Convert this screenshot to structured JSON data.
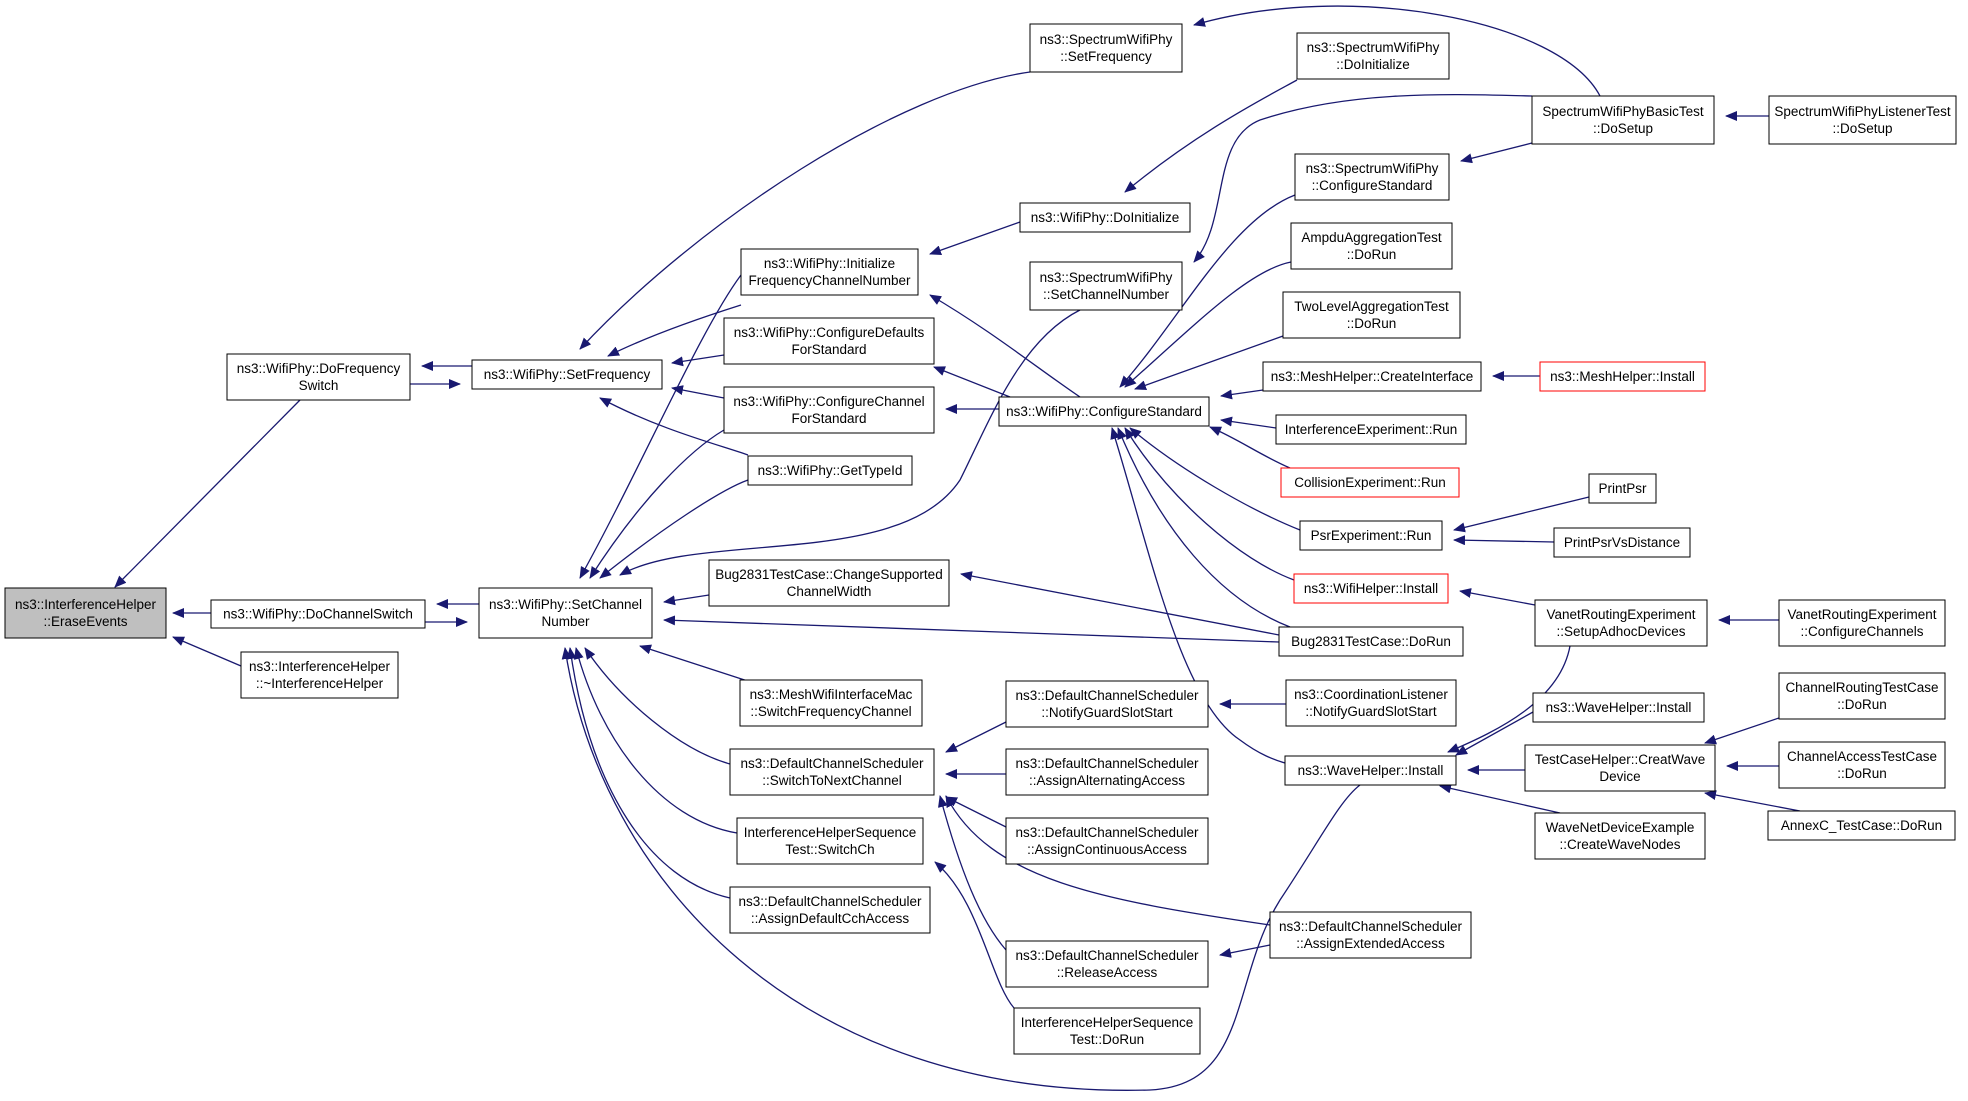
{
  "nodes": [
    {
      "id": "erase",
      "lines": [
        "ns3::InterferenceHelper",
        "::EraseEvents"
      ],
      "style": "root"
    },
    {
      "id": "dofreq",
      "lines": [
        "ns3::WifiPhy::DoFrequency",
        "Switch"
      ]
    },
    {
      "id": "dochan",
      "lines": [
        "ns3::WifiPhy::DoChannelSwitch"
      ]
    },
    {
      "id": "dtor",
      "lines": [
        "ns3::InterferenceHelper",
        "::~InterferenceHelper"
      ]
    },
    {
      "id": "setfreq",
      "lines": [
        "ns3::WifiPhy::SetFrequency"
      ]
    },
    {
      "id": "setchan",
      "lines": [
        "ns3::WifiPhy::SetChannel",
        "Number"
      ]
    },
    {
      "id": "specsetfreq",
      "lines": [
        "ns3::SpectrumWifiPhy",
        "::SetFrequency"
      ]
    },
    {
      "id": "initfreq",
      "lines": [
        "ns3::WifiPhy::Initialize",
        "FrequencyChannelNumber"
      ]
    },
    {
      "id": "cfgdefaults",
      "lines": [
        "ns3::WifiPhy::ConfigureDefaults",
        "ForStandard"
      ]
    },
    {
      "id": "cfgchannel",
      "lines": [
        "ns3::WifiPhy::ConfigureChannel",
        "ForStandard"
      ]
    },
    {
      "id": "gettypeid",
      "lines": [
        "ns3::WifiPhy::GetTypeId"
      ]
    },
    {
      "id": "bugchange",
      "lines": [
        "Bug2831TestCase::ChangeSupported",
        "ChannelWidth"
      ]
    },
    {
      "id": "meshswitch",
      "lines": [
        "ns3::MeshWifiInterfaceMac",
        "::SwitchFrequencyChannel"
      ]
    },
    {
      "id": "dcsswitch",
      "lines": [
        "ns3::DefaultChannelScheduler",
        "::SwitchToNextChannel"
      ]
    },
    {
      "id": "ihsswitch",
      "lines": [
        "InterferenceHelperSequence",
        "Test::SwitchCh"
      ]
    },
    {
      "id": "dcsassigndef",
      "lines": [
        "ns3::DefaultChannelScheduler",
        "::AssignDefaultCchAccess"
      ]
    },
    {
      "id": "specdoinit",
      "lines": [
        "ns3::SpectrumWifiPhy",
        "::DoInitialize"
      ]
    },
    {
      "id": "wifidoinit",
      "lines": [
        "ns3::WifiPhy::DoInitialize"
      ]
    },
    {
      "id": "specsetchan",
      "lines": [
        "ns3::SpectrumWifiPhy",
        "::SetChannelNumber"
      ]
    },
    {
      "id": "cfgstd",
      "lines": [
        "ns3::WifiPhy::ConfigureStandard"
      ]
    },
    {
      "id": "dcsnotify",
      "lines": [
        "ns3::DefaultChannelScheduler",
        "::NotifyGuardSlotStart"
      ]
    },
    {
      "id": "dcsassignalt",
      "lines": [
        "ns3::DefaultChannelScheduler",
        "::AssignAlternatingAccess"
      ]
    },
    {
      "id": "dcsassigncont",
      "lines": [
        "ns3::DefaultChannelScheduler",
        "::AssignContinuousAccess"
      ]
    },
    {
      "id": "dcsrelease",
      "lines": [
        "ns3::DefaultChannelScheduler",
        "::ReleaseAccess"
      ]
    },
    {
      "id": "ihsdorun",
      "lines": [
        "InterferenceHelperSequence",
        "Test::DoRun"
      ]
    },
    {
      "id": "speccfgstd",
      "lines": [
        "ns3::SpectrumWifiPhy",
        "::ConfigureStandard"
      ]
    },
    {
      "id": "ampdu",
      "lines": [
        "AmpduAggregationTest",
        "::DoRun"
      ]
    },
    {
      "id": "twolevel",
      "lines": [
        "TwoLevelAggregationTest",
        "::DoRun"
      ]
    },
    {
      "id": "meshcreate",
      "lines": [
        "ns3::MeshHelper::CreateInterface"
      ]
    },
    {
      "id": "interfexp",
      "lines": [
        "InterferenceExperiment::Run"
      ]
    },
    {
      "id": "collexp",
      "lines": [
        "CollisionExperiment::Run"
      ],
      "style": "red"
    },
    {
      "id": "psrexp",
      "lines": [
        "PsrExperiment::Run"
      ]
    },
    {
      "id": "wifihelper",
      "lines": [
        "ns3::WifiHelper::Install"
      ],
      "style": "red"
    },
    {
      "id": "bugdorun",
      "lines": [
        "Bug2831TestCase::DoRun"
      ]
    },
    {
      "id": "coordlisten",
      "lines": [
        "ns3::CoordinationListener",
        "::NotifyGuardSlotStart"
      ]
    },
    {
      "id": "wavehelper",
      "lines": [
        "ns3::WaveHelper::Install"
      ]
    },
    {
      "id": "dcsassignext",
      "lines": [
        "ns3::DefaultChannelScheduler",
        "::AssignExtendedAccess"
      ]
    },
    {
      "id": "specbasic",
      "lines": [
        "SpectrumWifiPhyBasicTest",
        "::DoSetup"
      ]
    },
    {
      "id": "meshinstall",
      "lines": [
        "ns3::MeshHelper::Install"
      ],
      "style": "red"
    },
    {
      "id": "printpsr",
      "lines": [
        "PrintPsr"
      ]
    },
    {
      "id": "printpsrdist",
      "lines": [
        "PrintPsrVsDistance"
      ]
    },
    {
      "id": "vanetsetup",
      "lines": [
        "VanetRoutingExperiment",
        "::SetupAdhocDevices"
      ]
    },
    {
      "id": "wavehelper2",
      "lines": [
        "ns3::WaveHelper::Install"
      ]
    },
    {
      "id": "tchcreate",
      "lines": [
        "TestCaseHelper::CreatWave",
        "Device"
      ]
    },
    {
      "id": "wavenet",
      "lines": [
        "WaveNetDeviceExample",
        "::CreateWaveNodes"
      ]
    },
    {
      "id": "speclistener",
      "lines": [
        "SpectrumWifiPhyListenerTest",
        "::DoSetup"
      ]
    },
    {
      "id": "vanetcfg",
      "lines": [
        "VanetRoutingExperiment",
        "::ConfigureChannels"
      ]
    },
    {
      "id": "chrouting",
      "lines": [
        "ChannelRoutingTestCase",
        "::DoRun"
      ]
    },
    {
      "id": "chaccess",
      "lines": [
        "ChannelAccessTestCase",
        "::DoRun"
      ]
    },
    {
      "id": "annexc",
      "lines": [
        "AnnexC_TestCase::DoRun"
      ]
    }
  ]
}
